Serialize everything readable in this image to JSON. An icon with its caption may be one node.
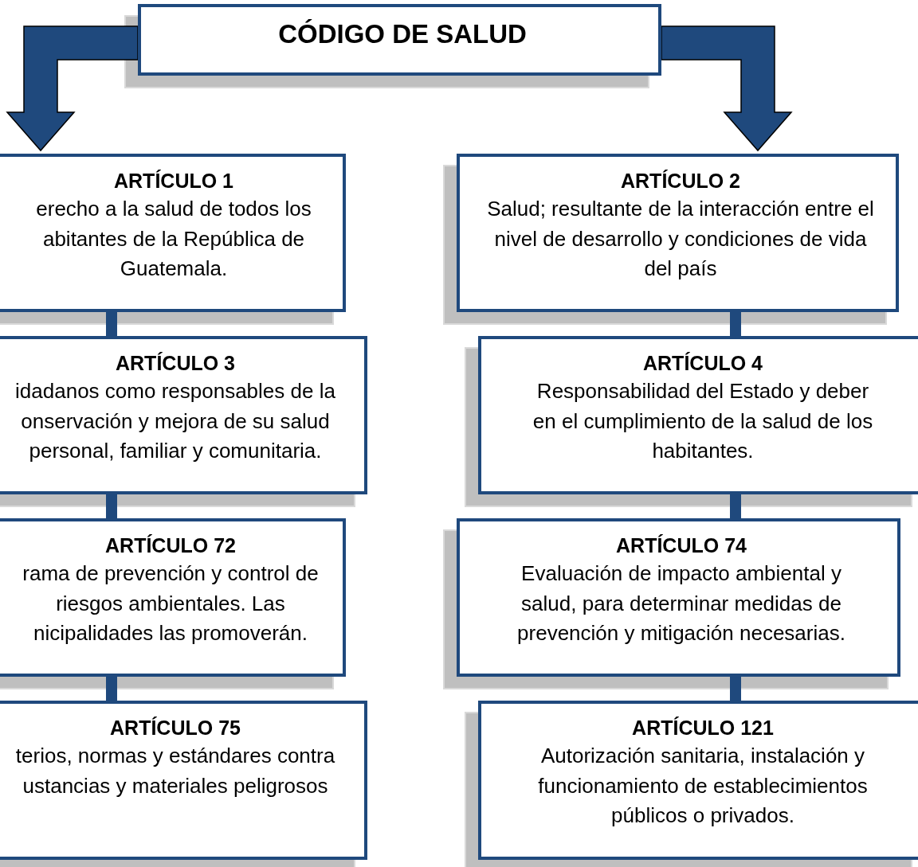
{
  "diagram": {
    "nodes": [
      {
        "text": [
          "CÓDIGO DE SALUD"
        ]
      },
      {
        "text": [
          "ARTÍCULO 1",
          "erecho a la salud de todos los abitantes de la República de Guatemala."
        ]
      },
      {
        "text": [
          "ARTÍCULO 2",
          "Salud; resultante de la interacción entre el nivel de desarrollo y condiciones de vida del país"
        ]
      },
      {
        "text": [
          "ARTÍCULO 3",
          "idadanos como responsables de la onservación y mejora de su salud personal, familiar y comunitaria."
        ]
      },
      {
        "text": [
          "ARTÍCULO 4",
          "Responsabilidad del Estado y deber en el cumplimiento de la salud de los habitantes."
        ]
      },
      {
        "text": [
          "ARTÍCULO 72",
          "rama de prevención y control de riesgos ambientales. Las nicipalidades las promoverán."
        ]
      },
      {
        "text": [
          "ARTÍCULO 74",
          "Evaluación de impacto ambiental y salud, para determinar medidas de prevención y mitigación necesarias."
        ]
      },
      {
        "text": [
          "ARTÍCULO 75",
          "terios, normas y estándares contra ustancias y materiales peligrosos"
        ]
      },
      {
        "text": [
          "ARTÍCULO 121",
          "Autorización sanitaria, instalación y funcionamiento de establecimientos públicos o privados."
        ]
      }
    ],
    "edges": [
      {
        "from": 0,
        "to": 1,
        "arrow": "to"
      },
      {
        "from": 0,
        "to": 2,
        "arrow": "to"
      },
      {
        "from": 1,
        "to": 3,
        "arrow": "none"
      },
      {
        "from": 3,
        "to": 5,
        "arrow": "none"
      },
      {
        "from": 5,
        "to": 7,
        "arrow": "none"
      },
      {
        "from": 2,
        "to": 4,
        "arrow": "none"
      },
      {
        "from": 4,
        "to": 6,
        "arrow": "none"
      },
      {
        "from": 6,
        "to": 8,
        "arrow": "none"
      }
    ]
  }
}
